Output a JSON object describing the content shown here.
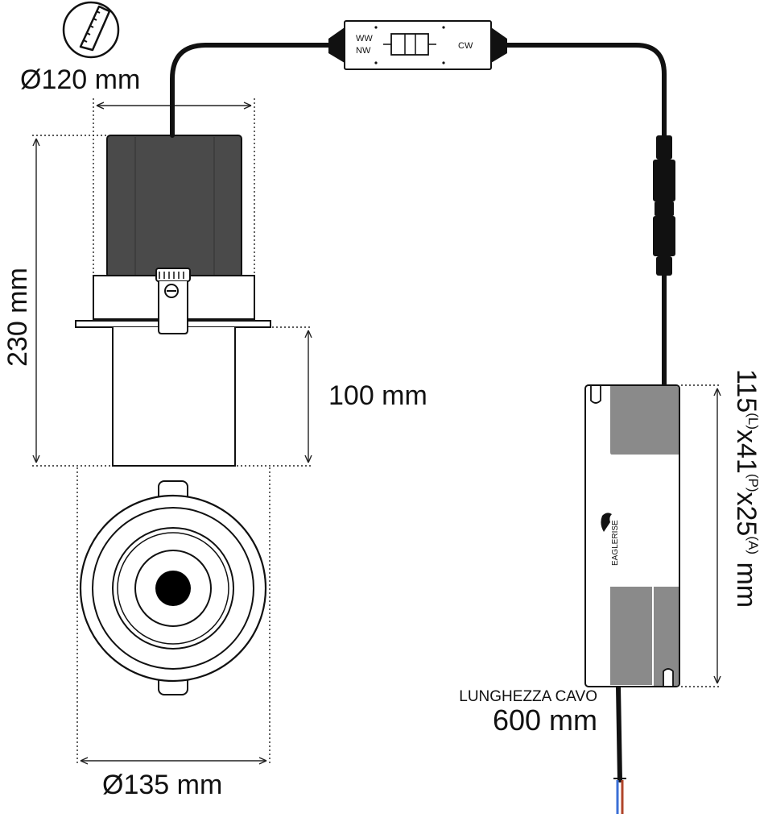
{
  "dimensions": {
    "cutout_diameter": "Ø120 mm",
    "total_height": "230 mm",
    "body_height": "100 mm",
    "outer_diameter": "Ø135 mm",
    "driver_size": {
      "d1": "115",
      "s1": "(L)",
      "d2": "x41",
      "s2": "(P)",
      "d3": "x25",
      "s3": "(A)",
      "unit": " mm"
    }
  },
  "switch": {
    "left_top": "WW",
    "left_bottom": "NW",
    "right": "CW"
  },
  "driver": {
    "brand": "EAGLERISE"
  },
  "cable": {
    "label": "LUNGHEZZA CAVO",
    "length": "600 mm"
  },
  "icons": [
    "saw-cutout-icon",
    "eaglerise-logo-icon"
  ],
  "colors": {
    "body_dark": "#4a4a4a",
    "driver_cap": "#8a8a8a",
    "line": "#111111",
    "wire_blue": "#3b6fd6",
    "wire_brown": "#b0452a"
  }
}
